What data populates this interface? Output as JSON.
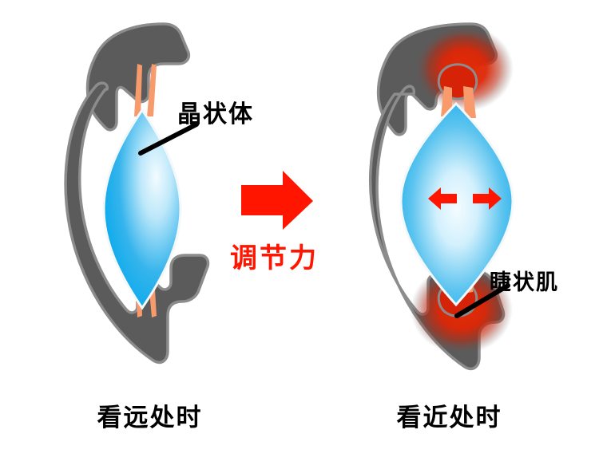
{
  "diagram": {
    "title_far": "看远处时",
    "title_near": "看近处时",
    "labels": {
      "lens": "晶状体",
      "ciliary_muscle": "睫状肌",
      "accommodative_force": "调节力"
    },
    "icons": {
      "transition_arrow": "right-arrow-icon",
      "lens_expand_left": "left-arrow-icon",
      "lens_expand_right": "right-arrow-icon",
      "lens_pointer": "pointer-line-icon",
      "ciliary_pointer": "pointer-line-icon"
    },
    "colors": {
      "background": "#ffffff",
      "sclera_gray": "#5b5b5b",
      "sclera_outline": "#8c8c8c",
      "lens_blue": "#12a8e8",
      "lens_highlight": "#ffffff",
      "zonule_orange": "#f89b6c",
      "muscle_red": "#d62207",
      "arrow_red": "#ff1500",
      "text_black": "#000000"
    },
    "panels": [
      {
        "name": "relaxed-eye",
        "state": "far-vision",
        "lens_shape": "thin-flat",
        "ciliary_state": "relaxed",
        "zonule_state": "taut",
        "caption": "看远处时"
      },
      {
        "name": "accommodated-eye",
        "state": "near-vision",
        "lens_shape": "thick-round",
        "ciliary_state": "contracted",
        "zonule_state": "slack",
        "caption": "看近处时"
      }
    ]
  }
}
